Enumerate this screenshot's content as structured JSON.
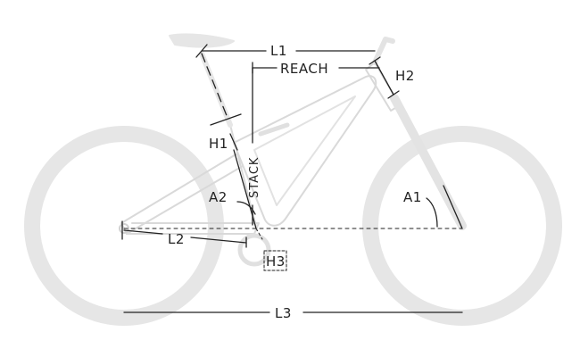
{
  "labels": {
    "l1": "L1",
    "reach": "REACH",
    "h2": "H2",
    "h1": "H1",
    "stack": "STACK",
    "a2": "A2",
    "a1": "A1",
    "l2": "L2",
    "h3": "H3",
    "l3": "L3"
  },
  "colors": {
    "bike_silhouette": "#e6e6e6",
    "frame_outline": "#d6d6d6",
    "dimension_lines": "#222222"
  },
  "icons": {
    "bike": "bicycle-silhouette"
  }
}
